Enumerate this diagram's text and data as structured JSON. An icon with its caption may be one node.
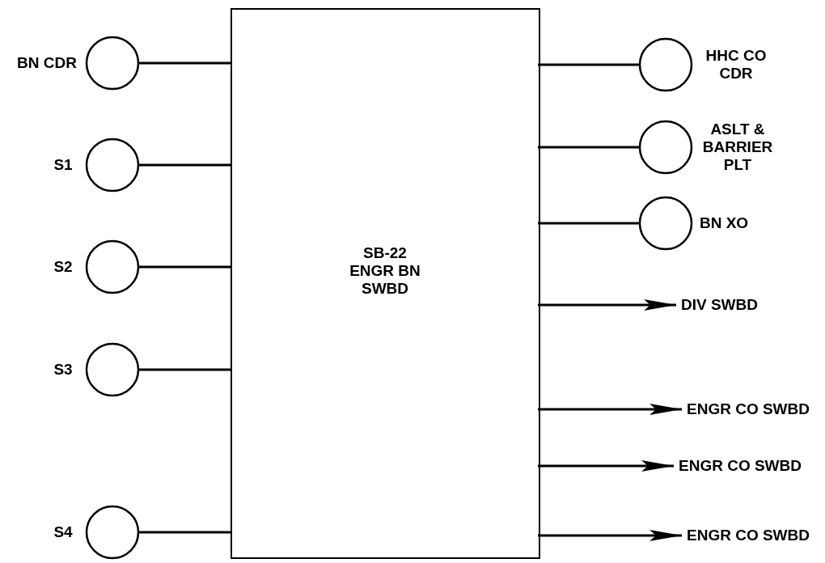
{
  "diagram": {
    "nodes": [
      {
        "text": [
          "SB-22 ENGR BN SWBD"
        ]
      },
      {
        "text": [
          "BN CDR"
        ]
      },
      {
        "text": [
          "S1"
        ]
      },
      {
        "text": [
          "S2"
        ]
      },
      {
        "text": [
          "S3"
        ]
      },
      {
        "text": [
          "S4"
        ]
      },
      {
        "text": [
          "HHC CO CDR"
        ]
      },
      {
        "text": [
          "ASLT & BARRIER PLT"
        ]
      },
      {
        "text": [
          "BN XO"
        ]
      },
      {
        "text": [
          "DIV SWBD"
        ]
      },
      {
        "text": [
          "ENGR CO SWBD"
        ]
      },
      {
        "text": [
          "ENGR CO SWBD"
        ]
      },
      {
        "text": [
          "ENGR CO SWBD"
        ]
      }
    ],
    "edges": [
      {
        "from": 1,
        "to": 0,
        "arrow": "none"
      },
      {
        "from": 2,
        "to": 0,
        "arrow": "none"
      },
      {
        "from": 3,
        "to": 0,
        "arrow": "none"
      },
      {
        "from": 4,
        "to": 0,
        "arrow": "none"
      },
      {
        "from": 5,
        "to": 0,
        "arrow": "none"
      },
      {
        "from": 6,
        "to": 0,
        "arrow": "none"
      },
      {
        "from": 7,
        "to": 0,
        "arrow": "none"
      },
      {
        "from": 8,
        "to": 0,
        "arrow": "none"
      },
      {
        "from": 0,
        "to": 9,
        "arrow": "to"
      },
      {
        "from": 0,
        "to": 10,
        "arrow": "to"
      },
      {
        "from": 0,
        "to": 11,
        "arrow": "to"
      },
      {
        "from": 0,
        "to": 12,
        "arrow": "to"
      }
    ]
  }
}
